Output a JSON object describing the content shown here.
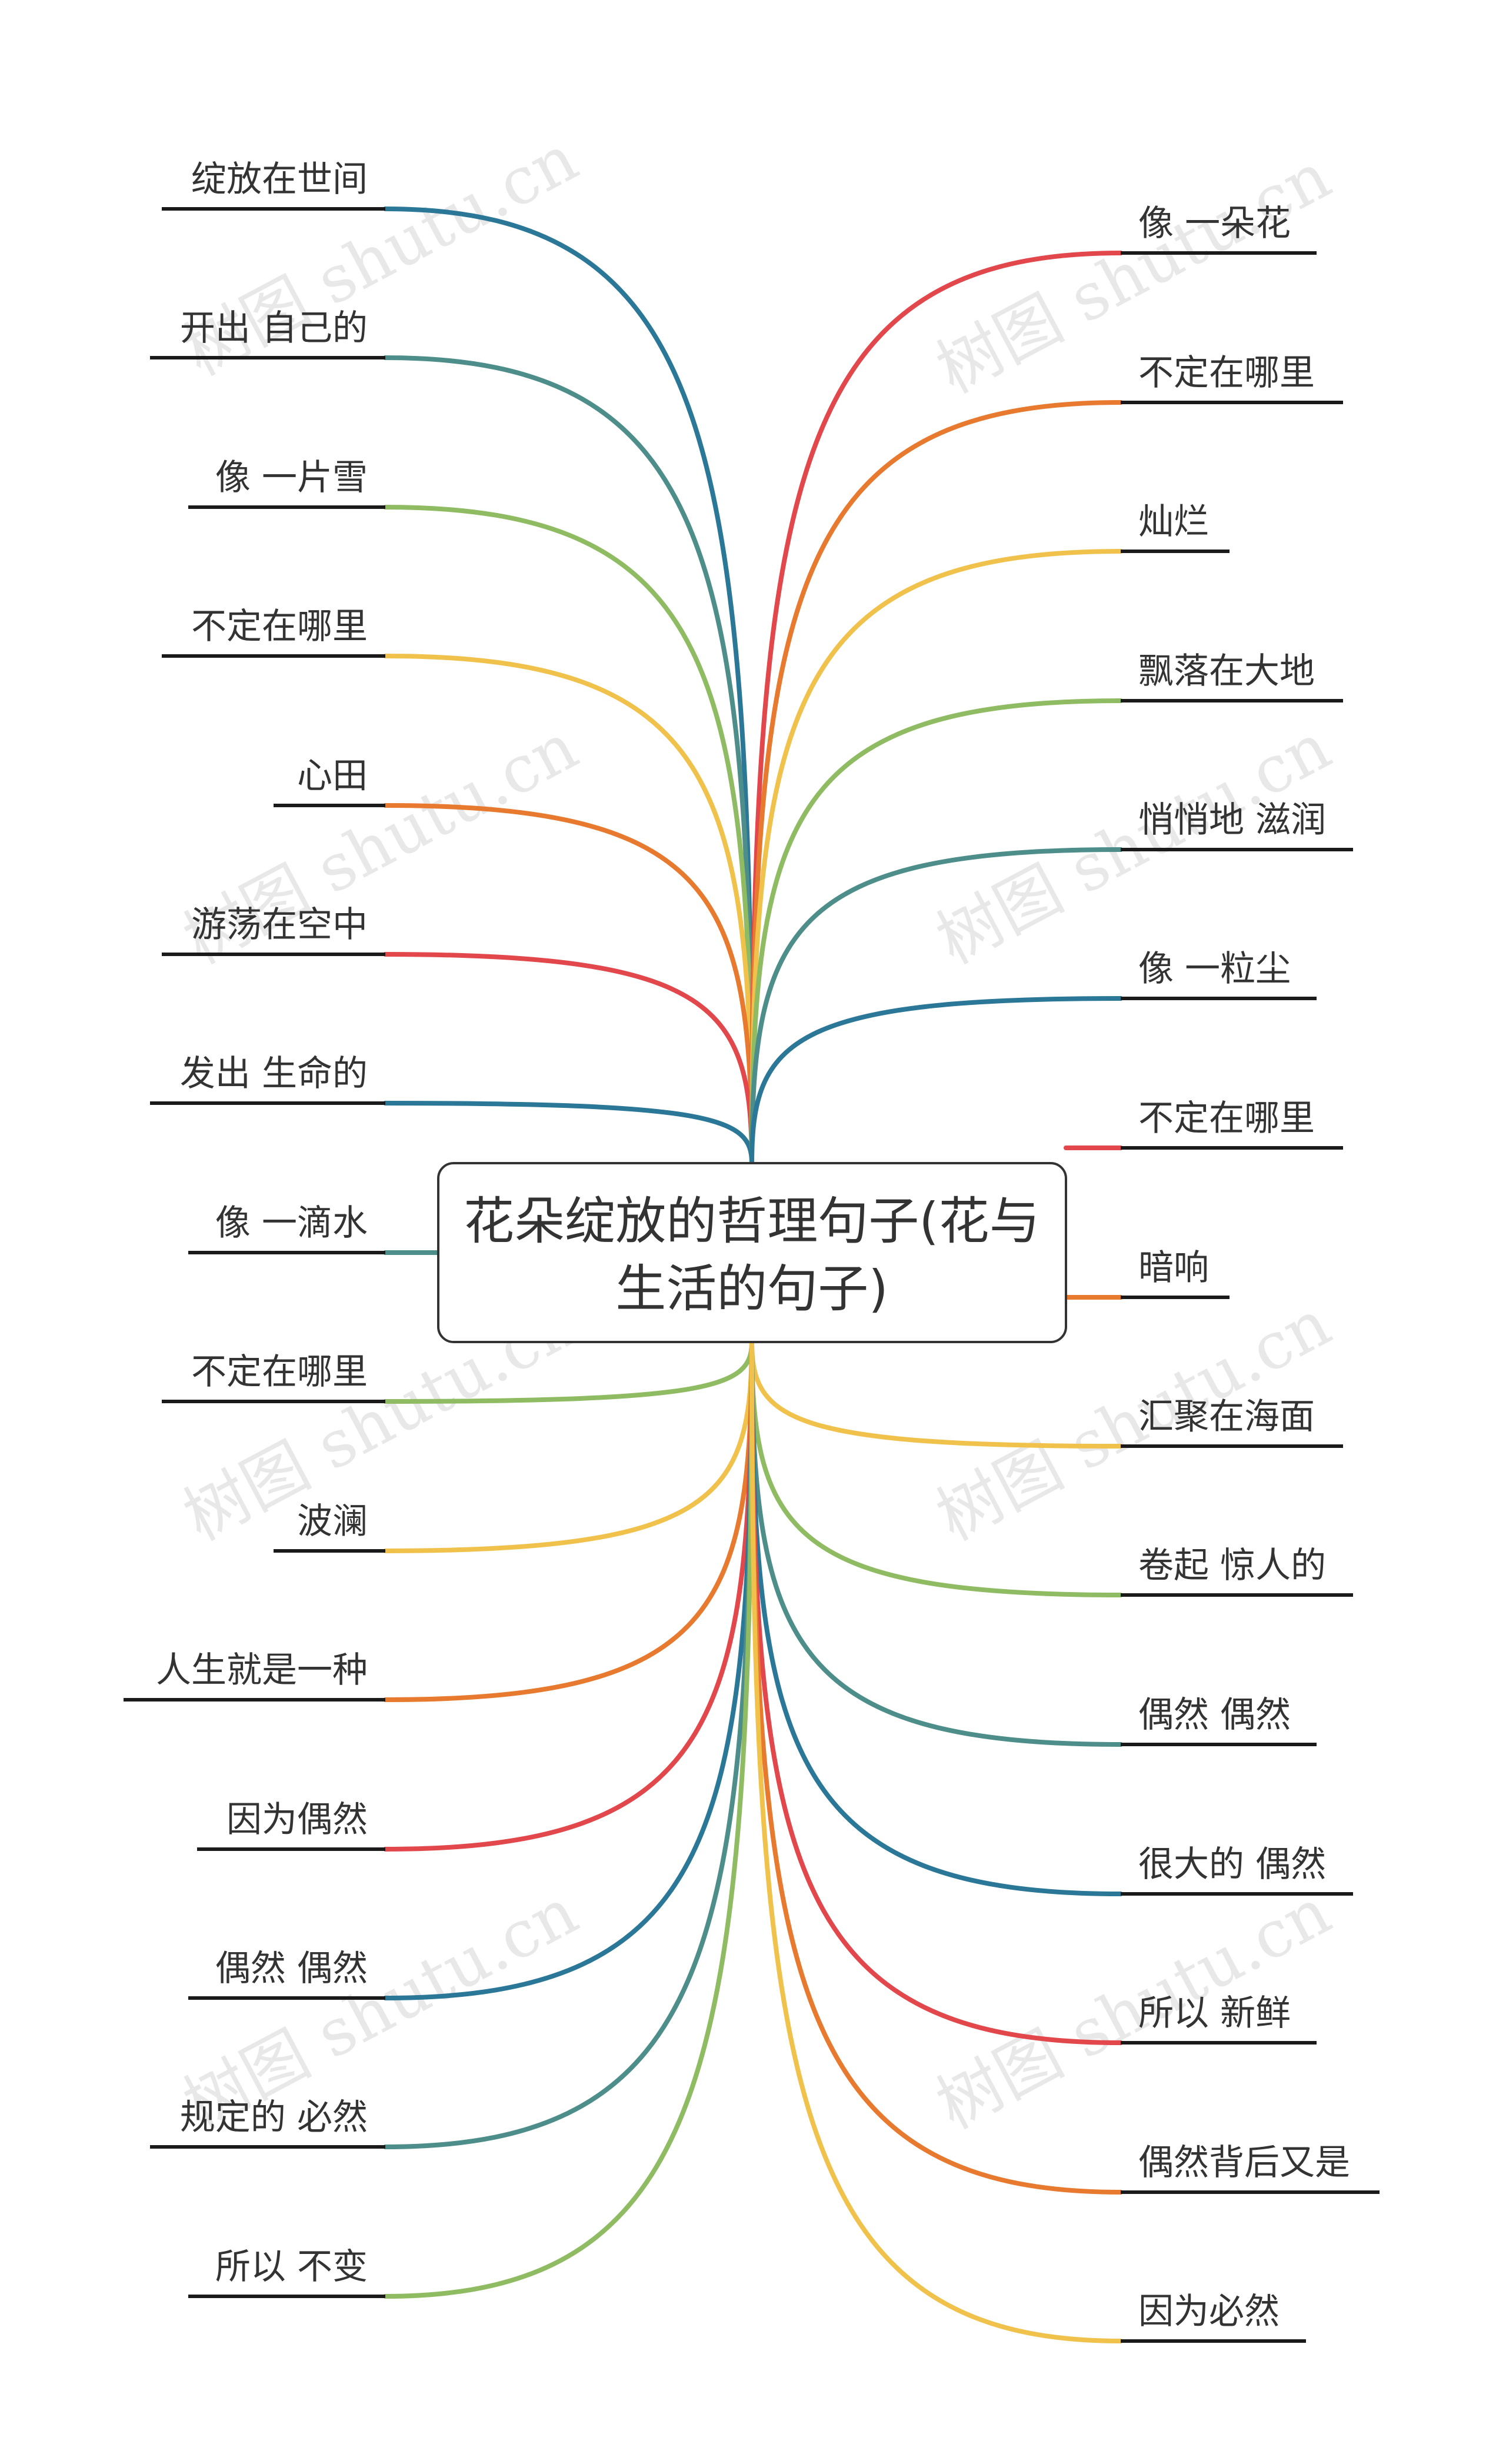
{
  "center": {
    "line1": "花朵绽放的哲理句子(花与",
    "line2": "生活的句子)"
  },
  "watermark": "树图 shutu.cn",
  "left_branches": [
    {
      "label": "绽放在世间",
      "color": "#2a7797"
    },
    {
      "label": "开出 自己的",
      "color": "#4d8d8a"
    },
    {
      "label": "像 一片雪",
      "color": "#8fbb62"
    },
    {
      "label": "不定在哪里",
      "color": "#f0c24b"
    },
    {
      "label": "心田",
      "color": "#e77a2e"
    },
    {
      "label": "游荡在空中",
      "color": "#e2474b"
    },
    {
      "label": "发出 生命的",
      "color": "#2a7797"
    },
    {
      "label": "像 一滴水",
      "color": "#4d8d8a"
    },
    {
      "label": "不定在哪里",
      "color": "#8fbb62"
    },
    {
      "label": "波澜",
      "color": "#f0c24b"
    },
    {
      "label": "人生就是一种",
      "color": "#e77a2e"
    },
    {
      "label": "因为偶然",
      "color": "#e2474b"
    },
    {
      "label": "偶然 偶然",
      "color": "#2a7797"
    },
    {
      "label": "规定的 必然",
      "color": "#4d8d8a"
    },
    {
      "label": "所以 不变",
      "color": "#8fbb62"
    }
  ],
  "right_branches": [
    {
      "label": "像 一朵花",
      "color": "#e2474b"
    },
    {
      "label": "不定在哪里",
      "color": "#e77a2e"
    },
    {
      "label": "灿烂",
      "color": "#f0c24b"
    },
    {
      "label": "飘落在大地",
      "color": "#8fbb62"
    },
    {
      "label": "悄悄地 滋润",
      "color": "#4d8d8a"
    },
    {
      "label": "像 一粒尘",
      "color": "#2a7797"
    },
    {
      "label": "不定在哪里",
      "color": "#e2474b"
    },
    {
      "label": "暗响",
      "color": "#e77a2e"
    },
    {
      "label": "汇聚在海面",
      "color": "#f0c24b"
    },
    {
      "label": "卷起 惊人的",
      "color": "#8fbb62"
    },
    {
      "label": "偶然 偶然",
      "color": "#4d8d8a"
    },
    {
      "label": "很大的 偶然",
      "color": "#2a7797"
    },
    {
      "label": "所以 新鲜",
      "color": "#e2474b"
    },
    {
      "label": "偶然背后又是",
      "color": "#e77a2e"
    },
    {
      "label": "因为必然",
      "color": "#f0c24b"
    }
  ]
}
